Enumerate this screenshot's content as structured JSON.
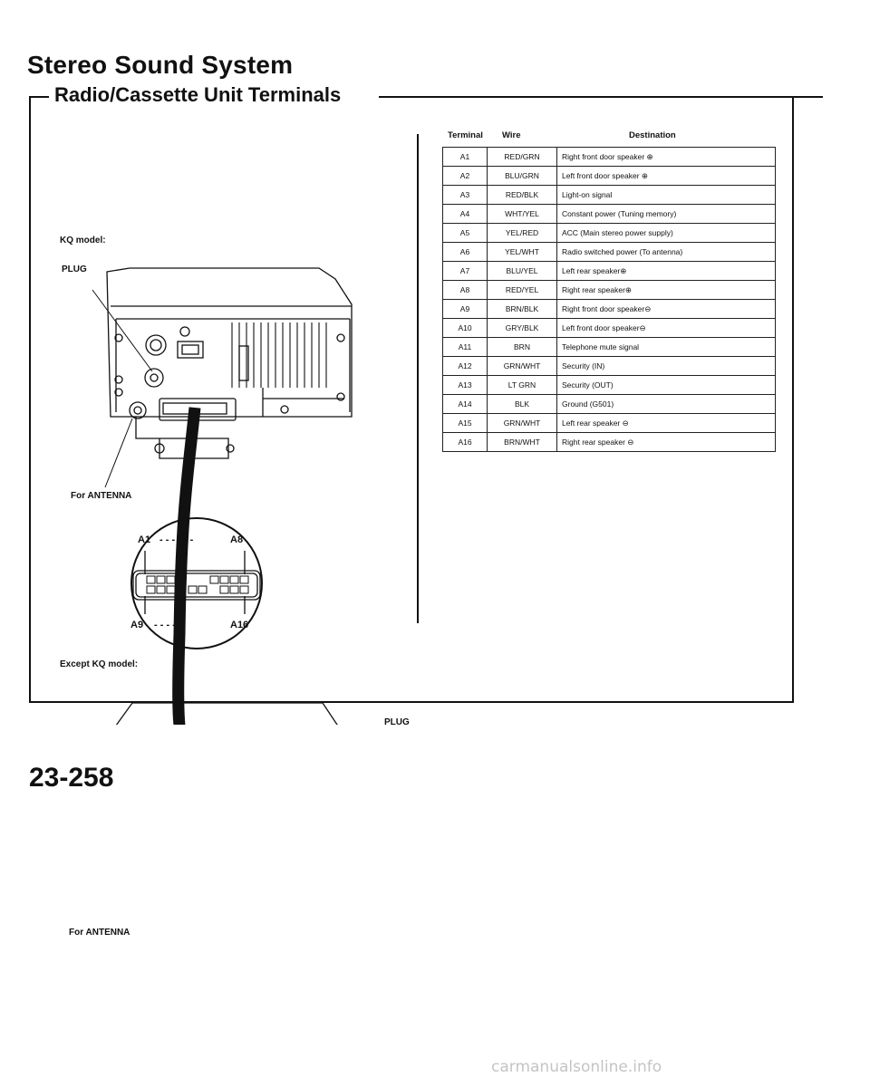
{
  "page": {
    "title": "Stereo Sound System",
    "subtitle": "Radio/Cassette Unit Terminals",
    "page_number": "23-258",
    "watermark": "carmanualsonline.info"
  },
  "table": {
    "headers": {
      "terminal": "Terminal",
      "wire": "Wire",
      "destination": "Destination"
    },
    "rows": [
      {
        "terminal": "A1",
        "wire": "RED/GRN",
        "destination": "Right front door speaker ⊕"
      },
      {
        "terminal": "A2",
        "wire": "BLU/GRN",
        "destination": "Left front door speaker ⊕"
      },
      {
        "terminal": "A3",
        "wire": "RED/BLK",
        "destination": "Light-on signal"
      },
      {
        "terminal": "A4",
        "wire": "WHT/YEL",
        "destination": "Constant power (Tuning memory)"
      },
      {
        "terminal": "A5",
        "wire": "YEL/RED",
        "destination": "ACC (Main stereo power supply)"
      },
      {
        "terminal": "A6",
        "wire": "YEL/WHT",
        "destination": "Radio switched power (To antenna)"
      },
      {
        "terminal": "A7",
        "wire": "BLU/YEL",
        "destination": "Left rear speaker⊕"
      },
      {
        "terminal": "A8",
        "wire": "RED/YEL",
        "destination": "Right rear speaker⊕"
      },
      {
        "terminal": "A9",
        "wire": "BRN/BLK",
        "destination": "Right front door speaker⊖"
      },
      {
        "terminal": "A10",
        "wire": "GRY/BLK",
        "destination": "Left front door speaker⊖"
      },
      {
        "terminal": "A11",
        "wire": "BRN",
        "destination": "Telephone mute signal"
      },
      {
        "terminal": "A12",
        "wire": "GRN/WHT",
        "destination": "Security (IN)"
      },
      {
        "terminal": "A13",
        "wire": "LT GRN",
        "destination": "Security (OUT)"
      },
      {
        "terminal": "A14",
        "wire": "BLK",
        "destination": "Ground (G501)"
      },
      {
        "terminal": "A15",
        "wire": "GRN/WHT",
        "destination": "Left rear speaker ⊖"
      },
      {
        "terminal": "A16",
        "wire": "BRN/WHT",
        "destination": "Right rear speaker ⊖"
      }
    ]
  },
  "diagram": {
    "kq_model_label": "KQ model:",
    "except_kq_label": "Except KQ model:",
    "plug_label_top": "PLUG",
    "plug_label_bottom": "PLUG",
    "antenna_label_top": "For ANTENNA",
    "antenna_label_bottom": "For ANTENNA",
    "connector": {
      "top_left": "A1",
      "top_right": "A8",
      "bottom_left": "A9",
      "bottom_right": "A16",
      "top_dashes": "- - - - - -",
      "bottom_dashes": "- - - - -"
    }
  }
}
